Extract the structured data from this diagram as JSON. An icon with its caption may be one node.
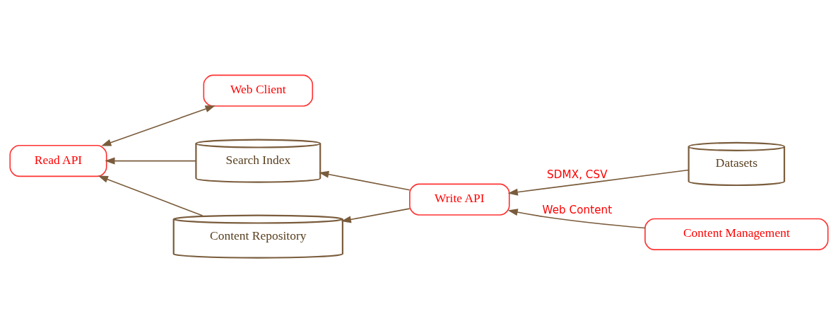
{
  "diagram": {
    "nodes": [
      {
        "text": [
          "Web Client"
        ]
      },
      {
        "text": [
          "Datasets"
        ]
      },
      {
        "text": [
          "Read API"
        ]
      },
      {
        "text": [
          "Search Index"
        ]
      },
      {
        "text": [
          "Write API"
        ]
      },
      {
        "text": [
          "Content Management"
        ]
      },
      {
        "text": [
          "Content Repository"
        ]
      }
    ],
    "edges": [
      {
        "from": 2,
        "to": 0,
        "arrow": "both"
      },
      {
        "from": 1,
        "to": 4,
        "arrow": "to",
        "label": "SDMX, CSV"
      },
      {
        "from": 4,
        "to": 3,
        "arrow": "to"
      },
      {
        "from": 3,
        "to": 2,
        "arrow": "to"
      },
      {
        "from": 5,
        "to": 4,
        "arrow": "to",
        "label": "Web Content"
      },
      {
        "from": 4,
        "to": 6,
        "arrow": "to"
      },
      {
        "from": 6,
        "to": 2,
        "arrow": "to"
      }
    ]
  }
}
